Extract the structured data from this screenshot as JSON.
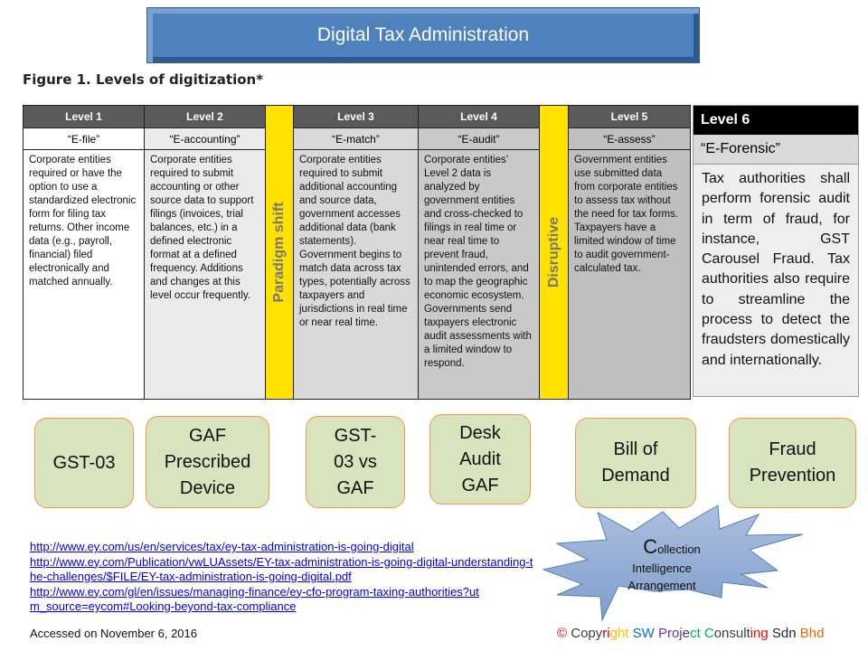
{
  "title": "Digital Tax Administration",
  "caption": "Figure 1. Levels of digitization*",
  "levels": [
    {
      "label": "Level 1",
      "name": "“E-file”",
      "text": "Corporate entities required or have the option to use a standardized electronic form for filing tax returns. Other income data (e.g., payroll, financial) filed electronically and matched annually."
    },
    {
      "label": "Level 2",
      "name": "“E-accounting”",
      "text": "Corporate entities required to submit accounting or other source data to support filings (invoices, trial balances, etc.) in a defined electronic format at a defined frequency. Additions and changes at this level occur frequently."
    },
    {
      "label": "Level 3",
      "name": "“E-match”",
      "text": "Corporate entities required to submit additional accounting and source data, government accesses additional data (bank statements). Government begins to match data across tax types, potentially across taxpayers and jurisdictions in real time or near real time."
    },
    {
      "label": "Level 4",
      "name": "“E-audit”",
      "text": "Corporate entities’ Level 2 data is analyzed by government entities and cross-checked to filings in real time or near real time to prevent fraud, unintended errors, and to map the geographic economic ecosystem. Governments send taxpayers electronic audit assessments with a limited window to respond."
    },
    {
      "label": "Level 5",
      "name": "“E-assess”",
      "text": "Government entities use submitted data from corporate entities to assess tax without the need for tax forms. Taxpayers have a limited window of time to audit government-calculated tax."
    },
    {
      "label": "Level 6",
      "name": "“E-Forensic”",
      "text": "Tax authorities shall perform forensic audit in term of fraud, for instance, GST Carousel Fraud. Tax authorities also require to streamline the process to detect the fraudsters domestically and internationally."
    }
  ],
  "dividers": {
    "paradigm": "Paradigm shift",
    "disruptive": "Disruptive"
  },
  "boxes": [
    "GST-03",
    "GAF Prescribed Device",
    "GST-03 vs GAF",
    "Desk Audit GAF",
    "Bill of Demand",
    "Fraud Prevention"
  ],
  "star": {
    "first_letter": "C",
    "line1": "ollection",
    "line2": "Intelligence",
    "line3": "Arrangement"
  },
  "links": [
    "http://www.ey.com/us/en/services/tax/ey-tax-administration-is-going-digital",
    "http://www.ey.com/Publication/vwLUAssets/EY-tax-administration-is-going-digital-understanding-the-challenges/$FILE/EY-tax-administration-is-going-digital.pdf",
    "http://www.ey.com/gl/en/issues/managing-finance/ey-cfo-program-taxing-authorities?utm_source=eycom#Looking-beyond-tax-compliance"
  ],
  "accessed": "Accessed on November 6, 2016",
  "copyright": [
    {
      "t": "© ",
      "c": "#ff0000"
    },
    {
      "t": "Copy",
      "c": "#404040"
    },
    {
      "t": "ri",
      "c": "#c00000"
    },
    {
      "t": "ght ",
      "c": "#ffc000"
    },
    {
      "t": "SW ",
      "c": "#0070c0"
    },
    {
      "t": "Proj",
      "c": "#7030a0"
    },
    {
      "t": "e",
      "c": "#404040"
    },
    {
      "t": "ct ",
      "c": "#00b050"
    },
    {
      "t": "C",
      "c": "#00b050"
    },
    {
      "t": "onsult",
      "c": "#404040"
    },
    {
      "t": "ing ",
      "c": "#ff0000"
    },
    {
      "t": "Sdn ",
      "c": "#262626"
    },
    {
      "t": "Bhd",
      "c": "#e46c0a"
    }
  ]
}
